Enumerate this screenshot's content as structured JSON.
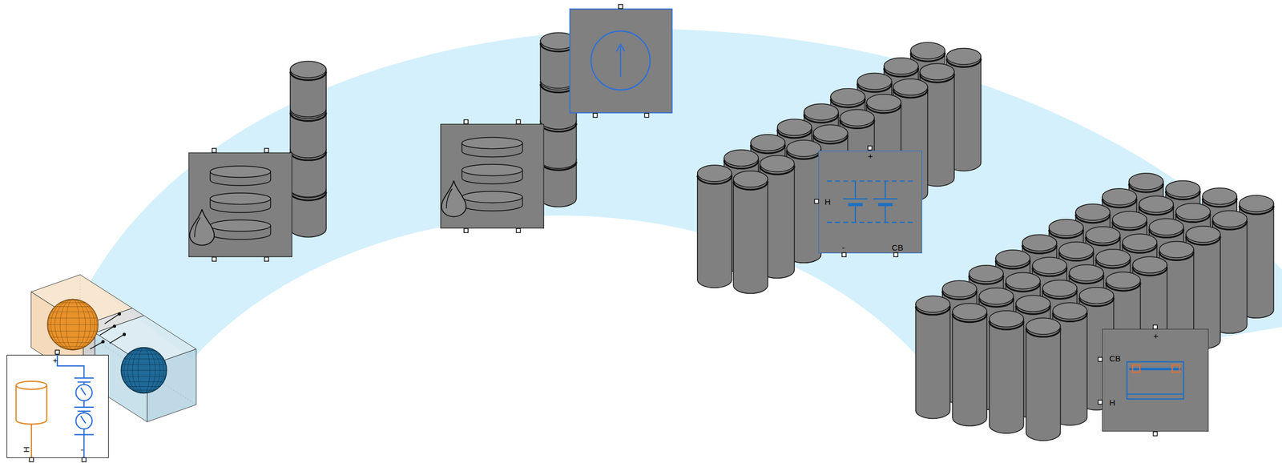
{
  "diagram": {
    "nodes": [
      {
        "text": [
          "+",
          "H",
          "-"
        ]
      },
      {
        "text": [
          "+",
          "H",
          "-",
          "CB"
        ]
      },
      {
        "text": [
          "+",
          "CB",
          "H"
        ]
      }
    ]
  }
}
